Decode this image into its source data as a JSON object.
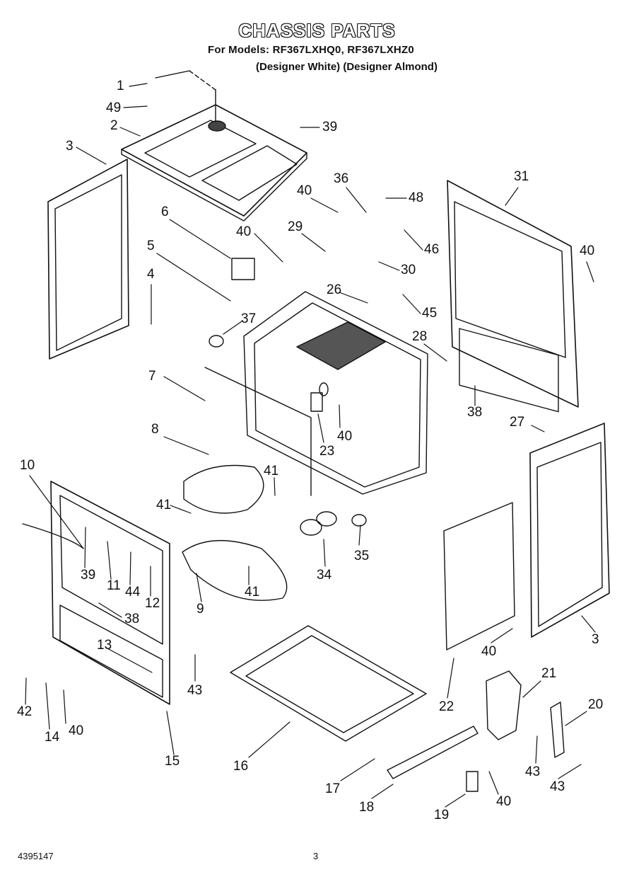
{
  "header": {
    "title": "CHASSIS PARTS",
    "models": "For Models: RF367LXHQ0, RF367LXHZ0",
    "finish": "(Designer White) (Designer Almond)"
  },
  "footer": {
    "doc_number": "4395147",
    "page": "3"
  },
  "callouts": [
    {
      "id": "c1",
      "text": "1"
    },
    {
      "id": "c49a",
      "text": "49"
    },
    {
      "id": "c2",
      "text": "2"
    },
    {
      "id": "c39a",
      "text": "39"
    },
    {
      "id": "c3a",
      "text": "3"
    },
    {
      "id": "c40a",
      "text": "40"
    },
    {
      "id": "c36",
      "text": "36"
    },
    {
      "id": "c48",
      "text": "48"
    },
    {
      "id": "c31",
      "text": "31"
    },
    {
      "id": "c6",
      "text": "6"
    },
    {
      "id": "c40b",
      "text": "40"
    },
    {
      "id": "c29",
      "text": "29"
    },
    {
      "id": "c46",
      "text": "46"
    },
    {
      "id": "c40c",
      "text": "40"
    },
    {
      "id": "c5",
      "text": "5"
    },
    {
      "id": "c30",
      "text": "30"
    },
    {
      "id": "c4",
      "text": "4"
    },
    {
      "id": "c26",
      "text": "26"
    },
    {
      "id": "c45",
      "text": "45"
    },
    {
      "id": "c37",
      "text": "37"
    },
    {
      "id": "c28",
      "text": "28"
    },
    {
      "id": "c7",
      "text": "7"
    },
    {
      "id": "c38a",
      "text": "38"
    },
    {
      "id": "c27",
      "text": "27"
    },
    {
      "id": "c40d",
      "text": "40"
    },
    {
      "id": "c23",
      "text": "23"
    },
    {
      "id": "c8",
      "text": "8"
    },
    {
      "id": "c10",
      "text": "10"
    },
    {
      "id": "c41a",
      "text": "41"
    },
    {
      "id": "c41b",
      "text": "41"
    },
    {
      "id": "c35",
      "text": "35"
    },
    {
      "id": "c39b",
      "text": "39"
    },
    {
      "id": "c11",
      "text": "11"
    },
    {
      "id": "c44",
      "text": "44"
    },
    {
      "id": "c12",
      "text": "12"
    },
    {
      "id": "c34",
      "text": "34"
    },
    {
      "id": "c41c",
      "text": "41"
    },
    {
      "id": "c9",
      "text": "9"
    },
    {
      "id": "c38b",
      "text": "38"
    },
    {
      "id": "c13",
      "text": "13"
    },
    {
      "id": "c40e",
      "text": "40"
    },
    {
      "id": "c3b",
      "text": "3"
    },
    {
      "id": "c43a",
      "text": "43"
    },
    {
      "id": "c21",
      "text": "21"
    },
    {
      "id": "c42",
      "text": "42"
    },
    {
      "id": "c22",
      "text": "22"
    },
    {
      "id": "c20",
      "text": "20"
    },
    {
      "id": "c14",
      "text": "14"
    },
    {
      "id": "c40f",
      "text": "40"
    },
    {
      "id": "c15",
      "text": "15"
    },
    {
      "id": "c16",
      "text": "16"
    },
    {
      "id": "c43b",
      "text": "43"
    },
    {
      "id": "c43c",
      "text": "43"
    },
    {
      "id": "c17",
      "text": "17"
    },
    {
      "id": "c18",
      "text": "18"
    },
    {
      "id": "c40g",
      "text": "40"
    },
    {
      "id": "c19",
      "text": "19"
    }
  ]
}
